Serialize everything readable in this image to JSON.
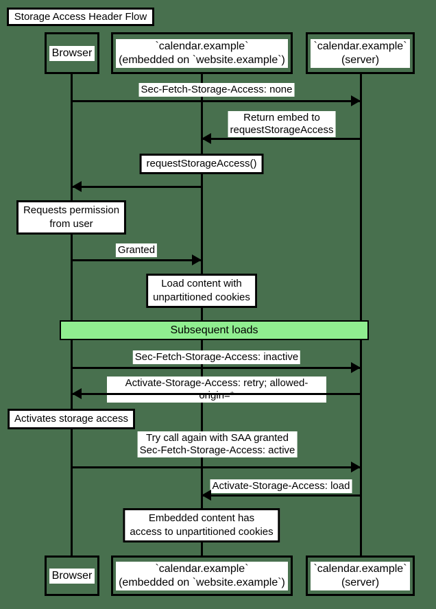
{
  "diagram": {
    "title": "Storage Access Header Flow",
    "type": "sequence-diagram"
  },
  "participants": {
    "browser": "Browser",
    "embed": "`calendar.example`\n(embedded on `website.example`)",
    "server": "`calendar.example`\n(server)"
  },
  "messages": {
    "fetch_none": "Sec-Fetch-Storage-Access: none",
    "return_embed": "Return embed to\nrequestStorageAccess",
    "granted": "Granted",
    "fetch_inactive": "Sec-Fetch-Storage-Access: inactive",
    "activate_retry": "Activate-Storage-Access: retry; allowed-origin=*",
    "try_again": "Try call again with SAA granted\nSec-Fetch-Storage-Access: active",
    "activate_load": "Activate-Storage-Access: load"
  },
  "notes": {
    "request_storage_access": "requestStorageAccess()",
    "requests_permission": "Requests permission\nfrom user",
    "load_content": "Load content with\nunpartitioned cookies",
    "activates_storage": "Activates storage access",
    "embedded_access": "Embedded content has\naccess to unpartitioned cookies"
  },
  "divider": {
    "label": "Subsequent loads",
    "fill_color": "#90EE90"
  },
  "colors": {
    "background": "#48704E",
    "line": "#000000",
    "box_fill": "#FFFFFF",
    "text": "#000000"
  }
}
